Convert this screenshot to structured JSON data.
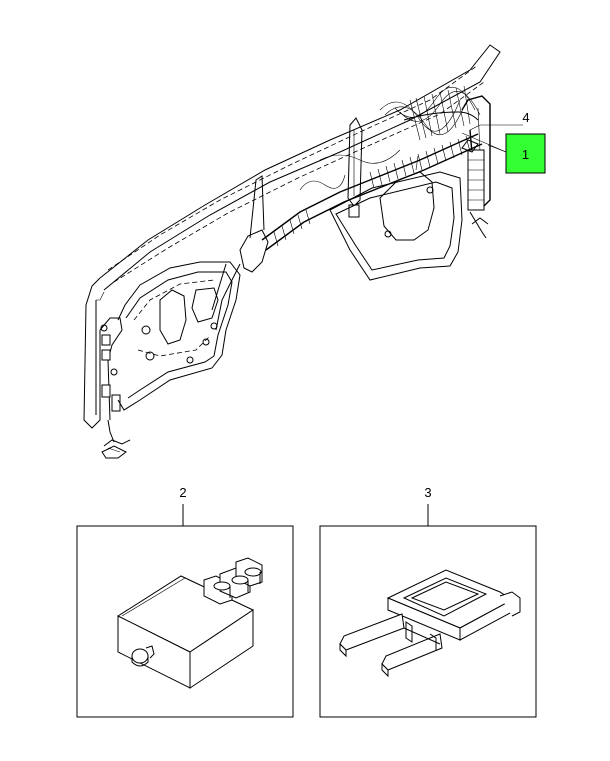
{
  "callouts": {
    "c1": {
      "label": "1",
      "highlight_color": "#33ff33"
    },
    "c2": {
      "label": "2"
    },
    "c3": {
      "label": "3"
    },
    "c4": {
      "label": "4"
    }
  }
}
